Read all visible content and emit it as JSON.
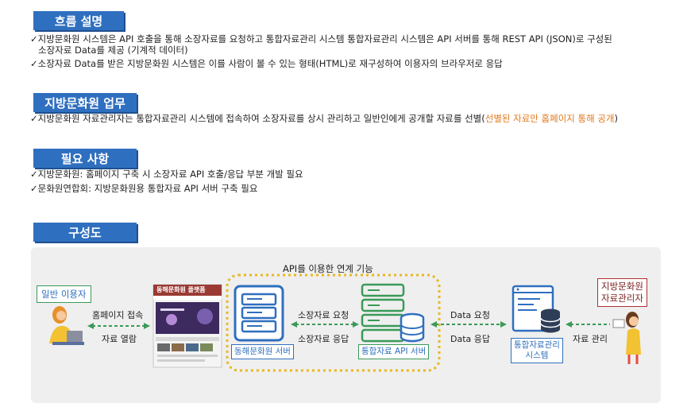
{
  "sections": {
    "flow": {
      "title": "흐름 설명",
      "line1": "✓지방문화원 시스템은 API 호출을 통해 소장자료를 요청하고 통합자료관리 시스템 통합자료관리 시스템은 API 서버를 통해 REST API (JSON)로 구성된",
      "line1b": "소장자료 Data를 제공 (기계적 데이터)",
      "line2": "✓소장자료 Data를 받은 지방문화원 시스템은 이를 사람이 볼 수 있는 형태(HTML)로 재구성하여 이용자의 브라우저로 응답"
    },
    "duty": {
      "title": "지방문화원 업무",
      "line1": "✓지방문화원 자료관리자는 통합자료관리 시스템에 접속하여 소장자료를 상시 관리하고 일반인에게 공개할 자료를 선별(",
      "line1_highlight": "선별된 자료만 홈페이지 통해 공개",
      "line1_end": ")"
    },
    "needs": {
      "title": "필요 사항",
      "line1": "✓지방문화원: 홈페이지 구축 시 소장자료 API 호출/응답 부분 개발 필요",
      "line2": "✓문화원연합회: 지방문화원용 통합자료 API 서버 구축 필요"
    },
    "diagram": {
      "title": "구성도"
    }
  },
  "diagram": {
    "api_caption": "API를 이용한 연계 기능",
    "user_label": "일반 이용자",
    "home_access": "홈페이지 접속",
    "data_view": "자료 열람",
    "site_title": "동해문화원 플랫폼",
    "site_server_label": "동해문화원 서버",
    "req_label": "소장자료 요청",
    "resp_label": "소장자료 응답",
    "api_server_label": "통합자료 API 서버",
    "data_req": "Data 요청",
    "data_resp": "Data 응답",
    "mgmt_system_line1": "통합자료관리",
    "mgmt_system_line2": "시스템",
    "admin_line1": "지방문화원",
    "admin_line2": "자료관리자",
    "admin_action": "자료 관리"
  },
  "colors": {
    "header_blue": "#2f6fbf",
    "highlight_orange": "#e07a1f",
    "dash_green": "#3a9a58",
    "dotted_gold": "#e8b820"
  }
}
